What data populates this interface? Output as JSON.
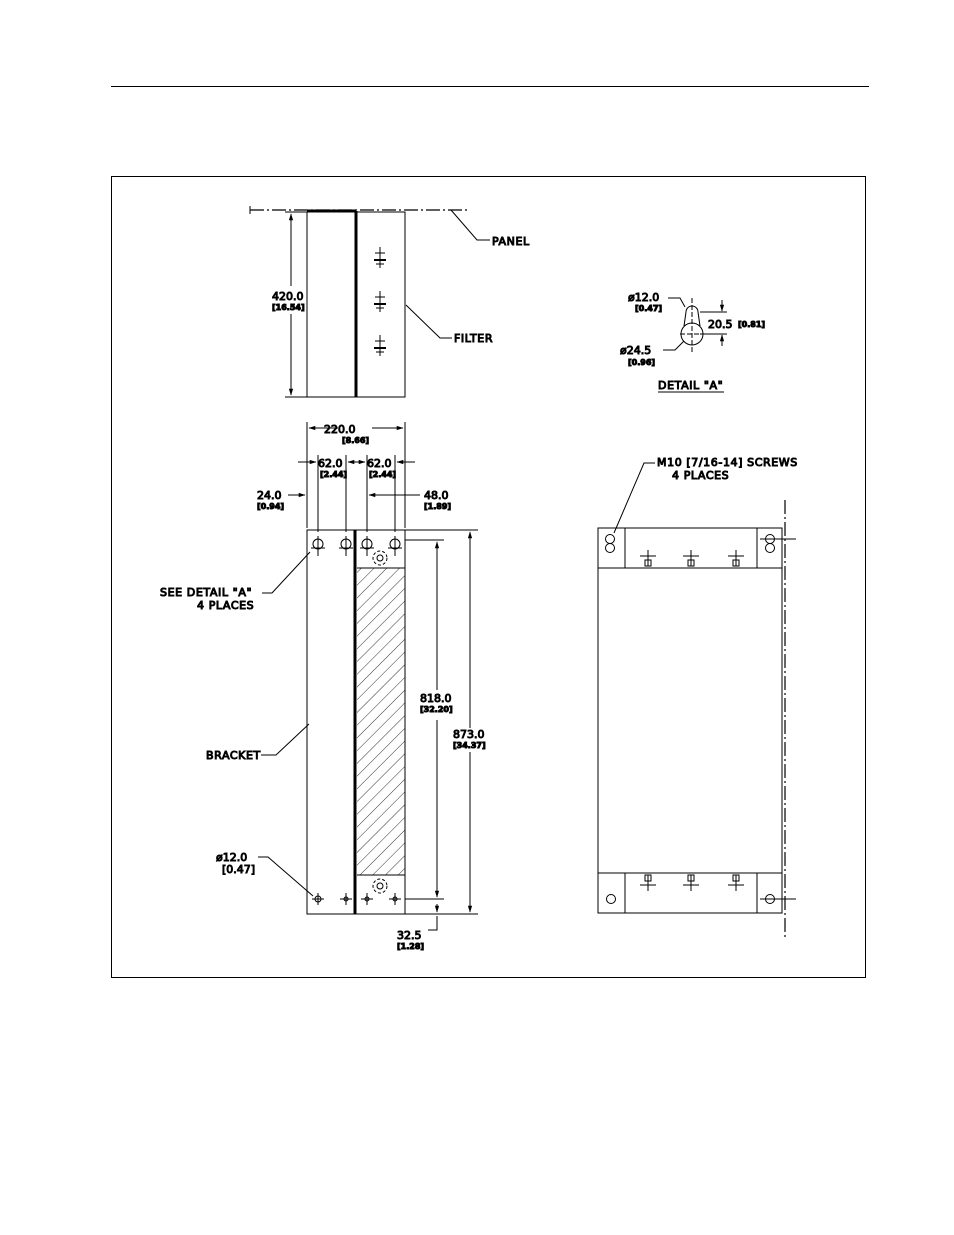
{
  "labels": {
    "panel": "PANEL",
    "filter": "FILTER",
    "detail_a_title": "DETAIL \"A\"",
    "see_detail_a": "SEE DETAIL \"A\"",
    "see_detail_a_places": "4 PLACES",
    "bracket": "BRACKET",
    "screws": "M10 [7/16-14] SCREWS",
    "screws_places": "4 PLACES"
  },
  "dimensions": {
    "height_420": "420.0",
    "height_420_in": "[16.54]",
    "width_220": "220.0",
    "width_220_in": "[8.66]",
    "spacing_62_left": "62.0",
    "spacing_62_left_in": "[2.44]",
    "spacing_62_right": "62.0",
    "spacing_62_right_in": "[2.44]",
    "offset_24": "24.0",
    "offset_24_in": "[0.94]",
    "offset_48": "48.0",
    "offset_48_in": "[1.89]",
    "height_818": "818.0",
    "height_818_in": "[32.20]",
    "height_873": "873.0",
    "height_873_in": "[34.37]",
    "hole_12": "ø12.0",
    "hole_12_in": "[0.47]",
    "bottom_32_5": "32.5",
    "bottom_32_5_in": "[1.28]",
    "detail_hole_12": "ø12.0",
    "detail_hole_12_in": "[0.47]",
    "detail_hole_24_5": "ø24.5",
    "detail_hole_24_5_in": "[0.96]",
    "detail_20_5": "20.5",
    "detail_20_5_in": "[0.81]"
  }
}
